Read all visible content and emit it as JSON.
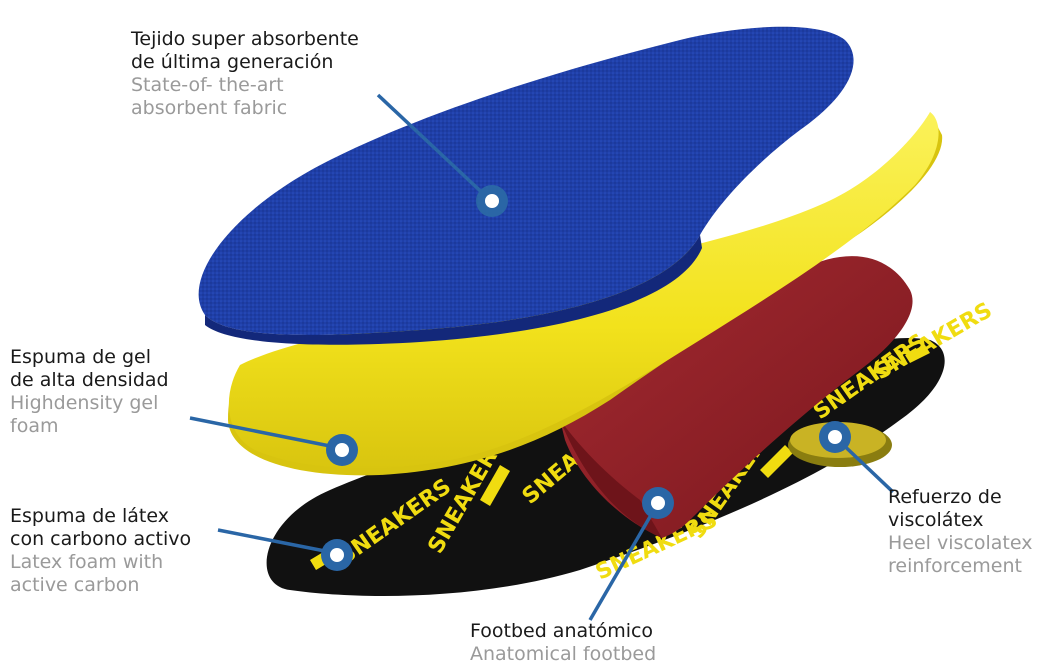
{
  "colors": {
    "blue_layer": "#1f3fa8",
    "yellow_layer": "#f2e21c",
    "red_layer": "#8f2027",
    "black_layer": "#111111",
    "pointer": "#2a66a6",
    "label_primary": "#1a1a1a",
    "label_secondary": "#9a9a9a"
  },
  "labels": {
    "fabric": {
      "es_line1": "Tejido super absorbente",
      "es_line2": "de última generación",
      "en_line1": "State-of- the-art",
      "en_line2": "absorbent fabric"
    },
    "gel": {
      "es_line1": "Espuma de gel",
      "es_line2": "de alta densidad",
      "en_line1": "Highdensity gel",
      "en_line2": "foam"
    },
    "latex": {
      "es_line1": "Espuma de látex",
      "es_line2": "con carbono activo",
      "en_line1": "Latex foam with",
      "en_line2": "active carbon"
    },
    "footbed": {
      "es_line1": "Footbed anatómico",
      "en_line1": "Anatomical footbed"
    },
    "heel": {
      "es_line1": "Refuerzo de",
      "es_line2": "viscolátex",
      "en_line1": "Heel viscolatex",
      "en_line2": "reinforcement"
    }
  },
  "pattern_text": "SNEAKERS"
}
